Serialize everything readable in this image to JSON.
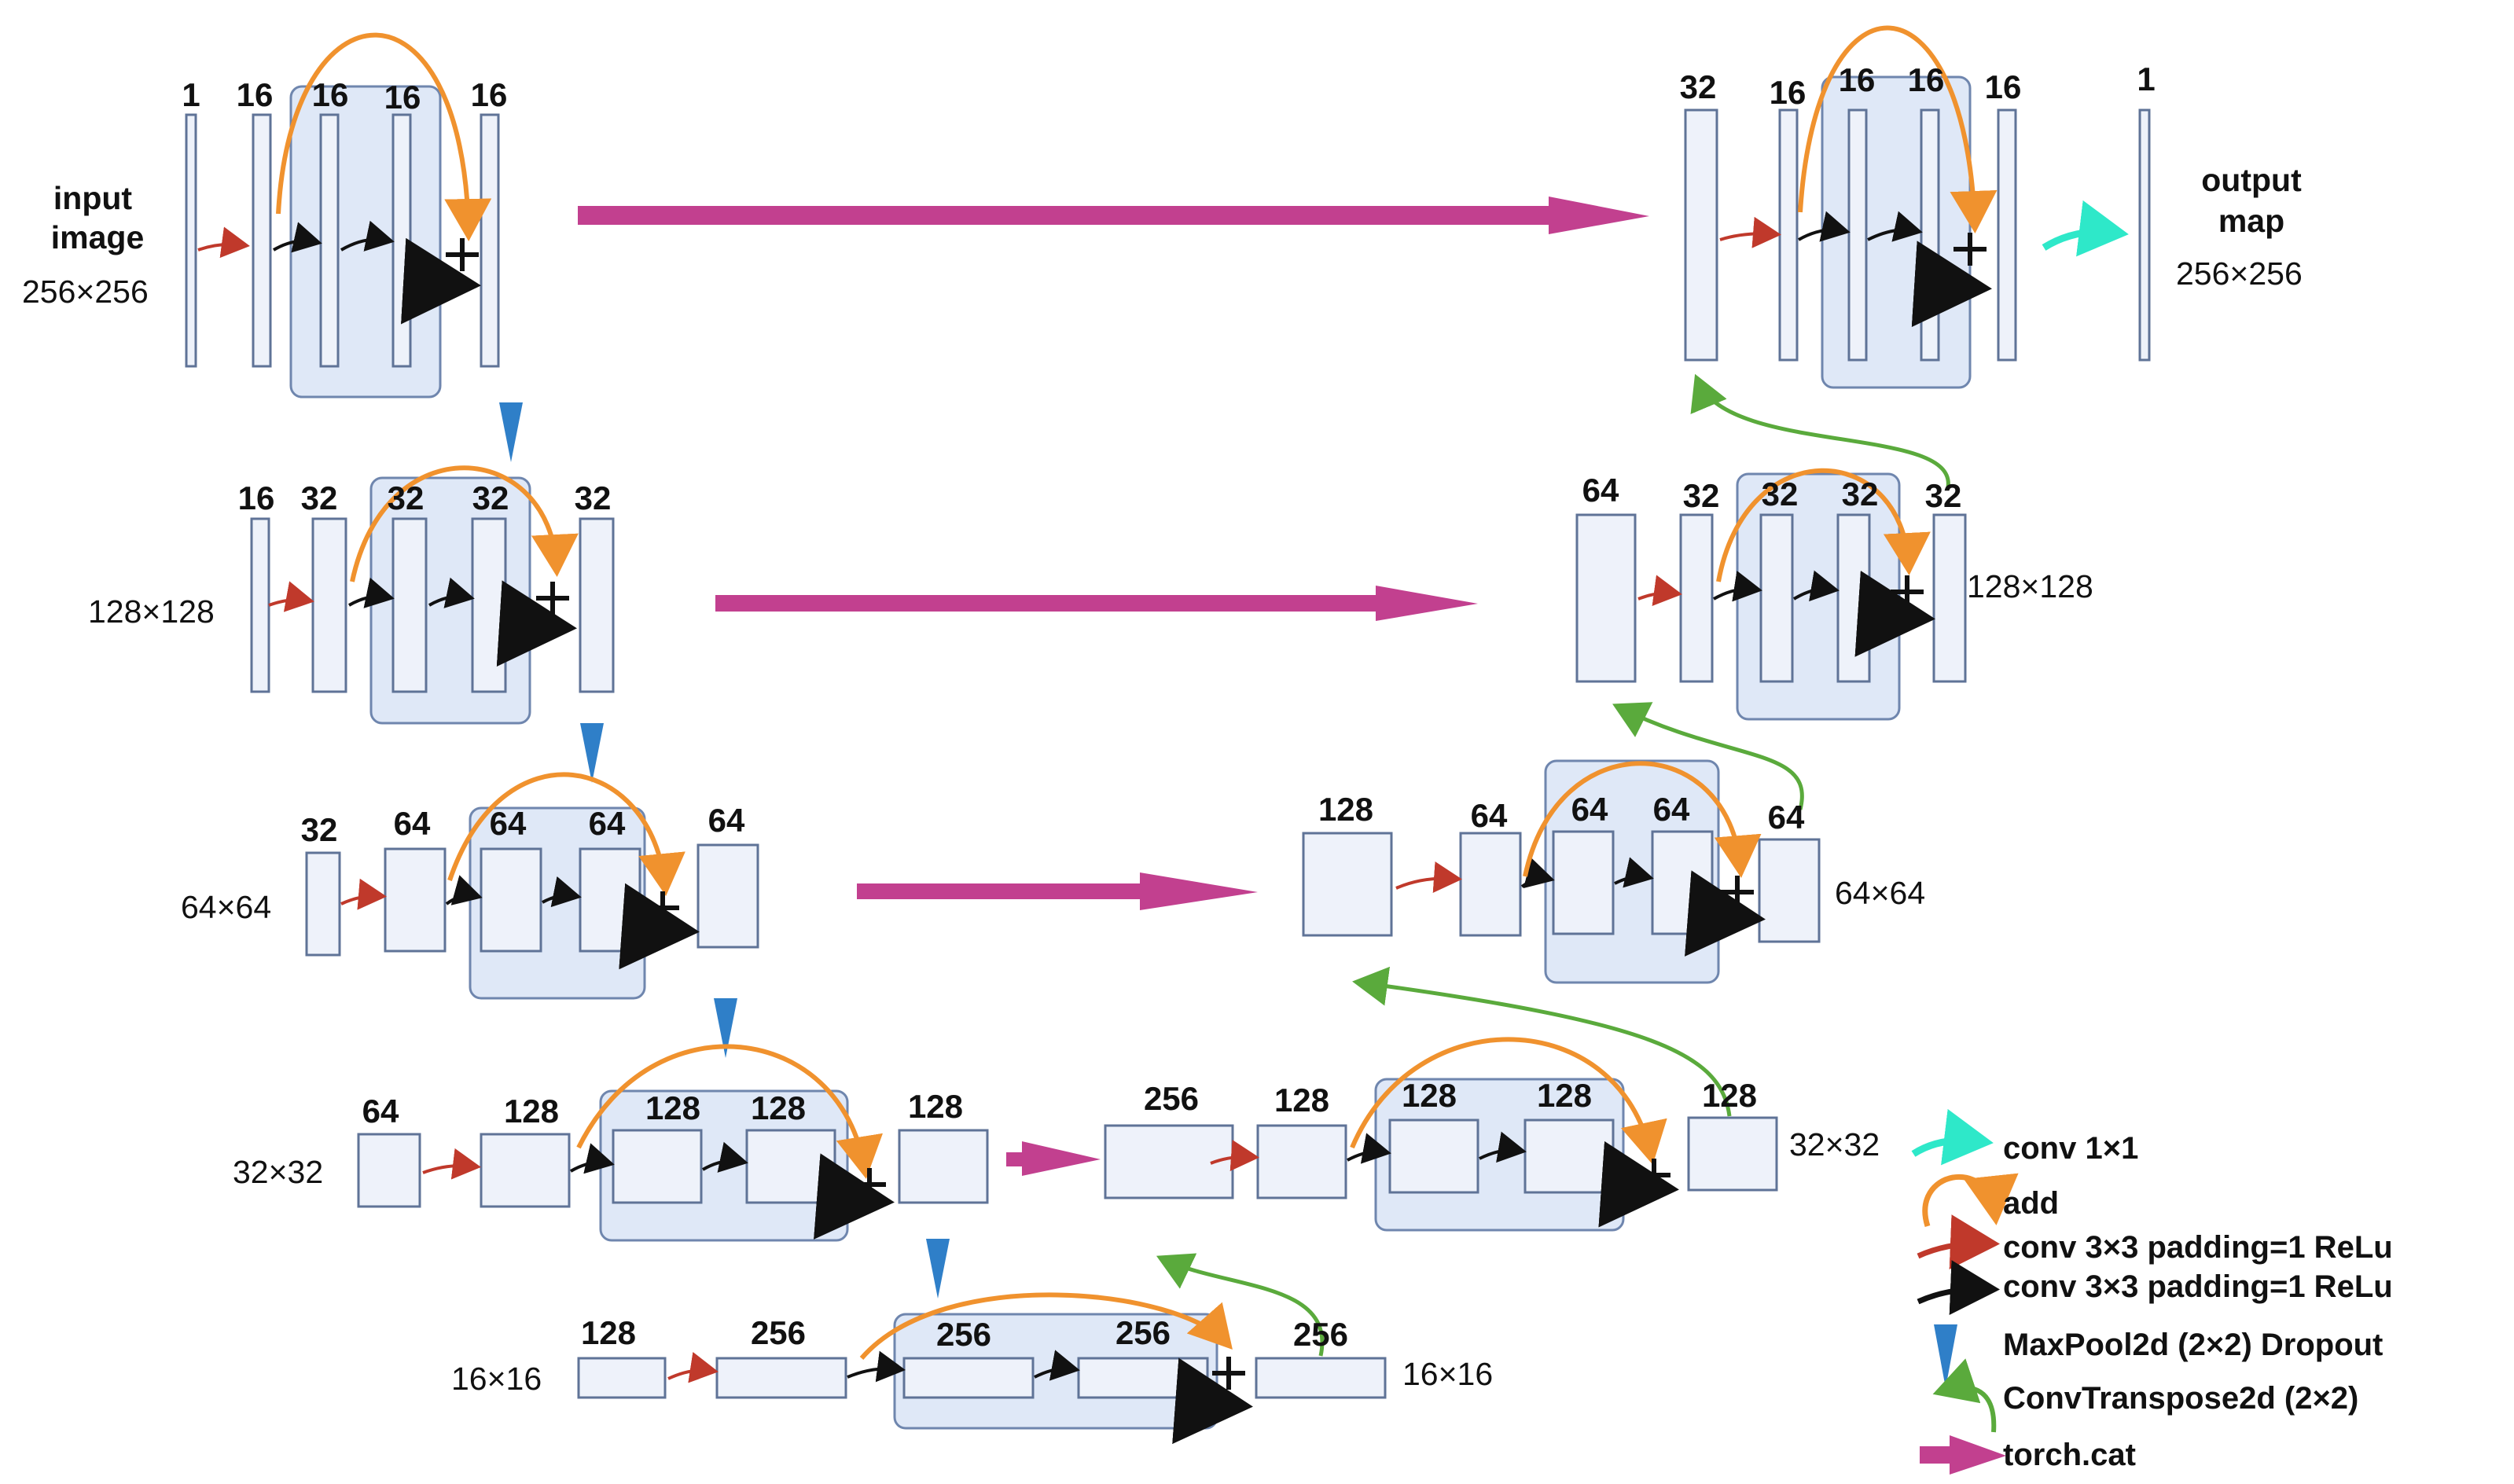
{
  "labels": {
    "input_l1": "input",
    "input_l2": "image",
    "output_l1": "output",
    "output_l2": "map"
  },
  "dims": {
    "d256": "256×256",
    "d128": "128×128",
    "d64": "64×64",
    "d32": "32×32",
    "d16": "16×16"
  },
  "channels": {
    "c1": "1",
    "c16": "16",
    "c32": "32",
    "c64": "64",
    "c128": "128",
    "c256": "256"
  },
  "legend": {
    "conv1x1": "conv  1×1",
    "add": "add",
    "conv3x3_a": "conv  3×3  padding=1  ReLu",
    "conv3x3_b": "conv  3×3  padding=1  ReLu",
    "maxpool": "MaxPool2d (2×2)  Dropout",
    "convtranspose": "ConvTranspose2d (2×2)",
    "cat": "torch.cat"
  },
  "colors": {
    "feature_map_fill": "#eef2fa",
    "residual_block_fill": "#dbe6f6",
    "add_arrow": "#f0922e",
    "conv3x3_first": "#c0392b",
    "conv3x3": "#111111",
    "maxpool": "#2f7fc8",
    "convtranspose": "#5aaa3c",
    "concat": "#c2408f",
    "conv1x1": "#2ee8c9"
  }
}
